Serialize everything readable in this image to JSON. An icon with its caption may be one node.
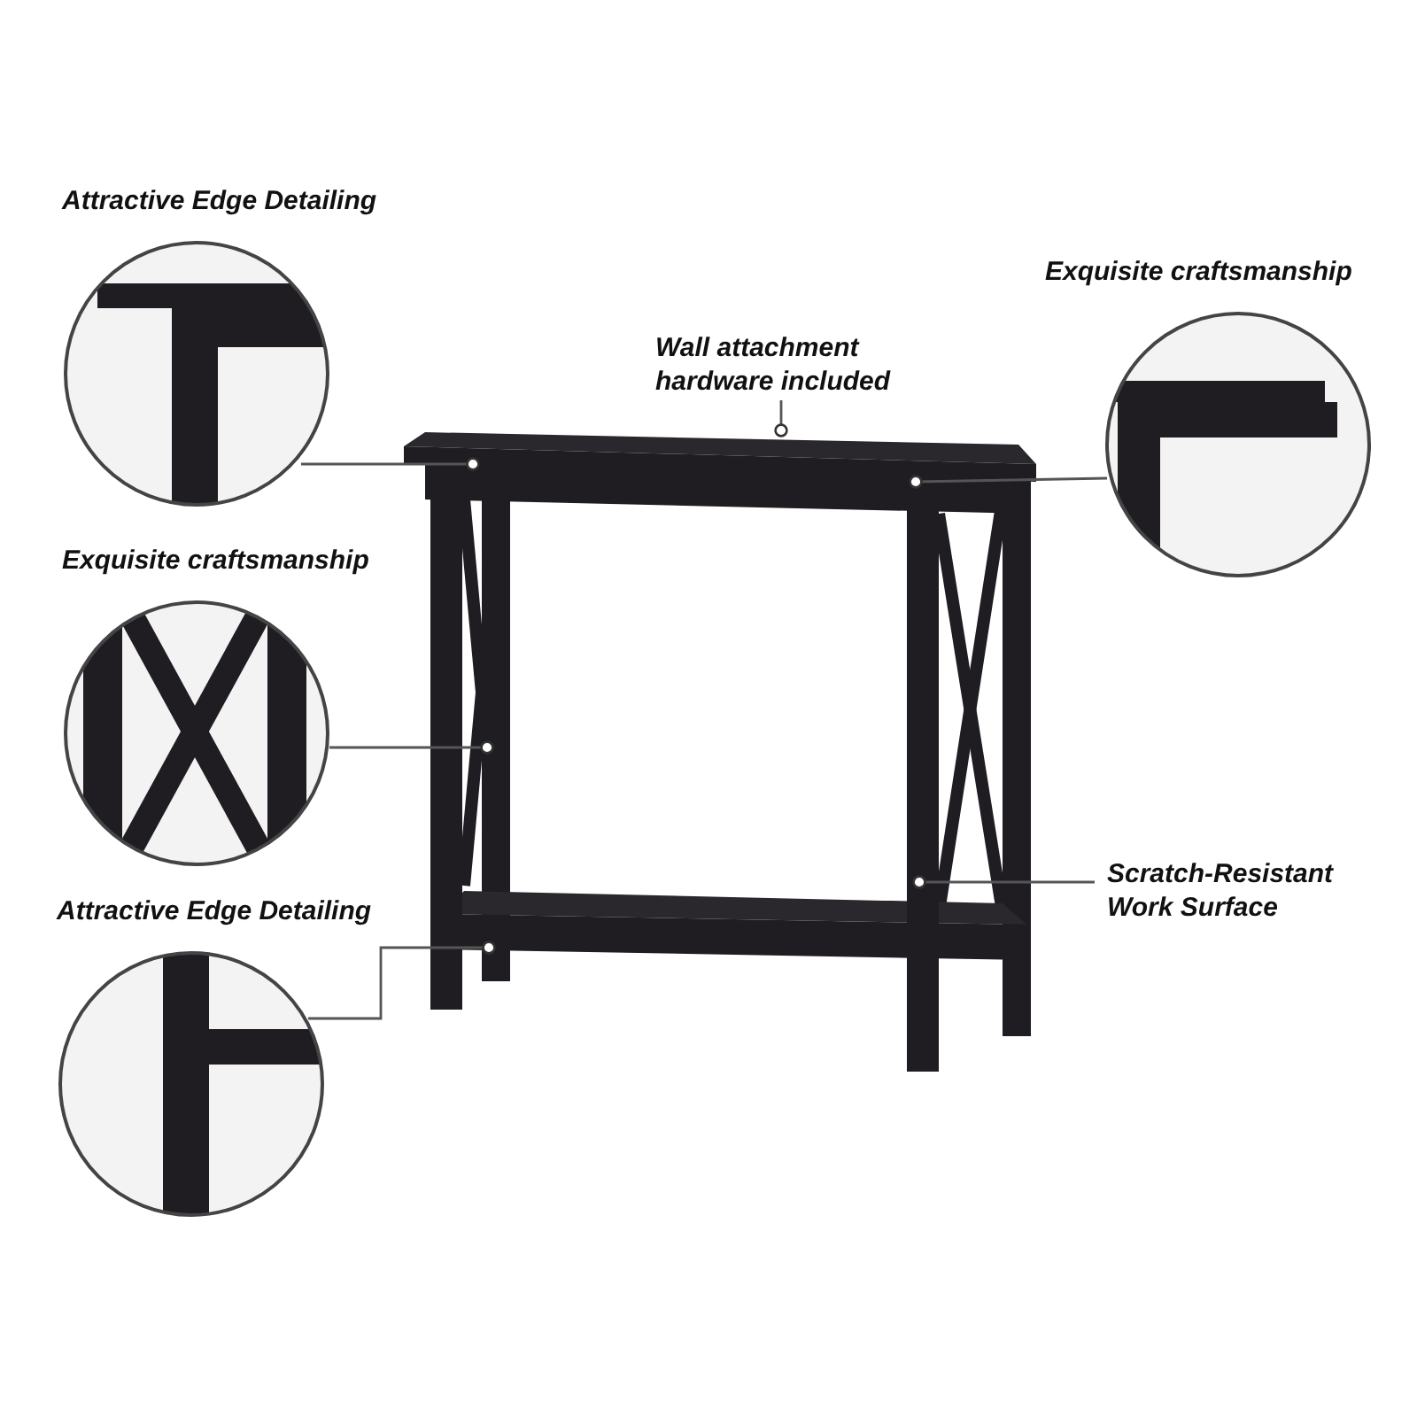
{
  "diagram": {
    "nodes": [
      {
        "text": [
          "Attractive Edge Detailing"
        ]
      },
      {
        "text": [
          "Wall attachment hardware included"
        ]
      },
      {
        "text": [
          "Exquisite craftsmanship"
        ]
      },
      {
        "text": [
          "Exquisite craftsmanship"
        ]
      },
      {
        "text": [
          "Scratch-Resistant Work Surface"
        ]
      },
      {
        "text": [
          "Attractive Edge Detailing"
        ]
      }
    ],
    "edges": [
      {
        "from": 0,
        "to": null,
        "arrow": "other"
      },
      {
        "from": 1,
        "to": null,
        "arrow": "other"
      },
      {
        "from": 2,
        "to": null,
        "arrow": "other"
      },
      {
        "from": 3,
        "to": null,
        "arrow": "other"
      },
      {
        "from": 4,
        "to": null,
        "arrow": "other"
      },
      {
        "from": 5,
        "to": null,
        "arrow": "other"
      }
    ]
  }
}
